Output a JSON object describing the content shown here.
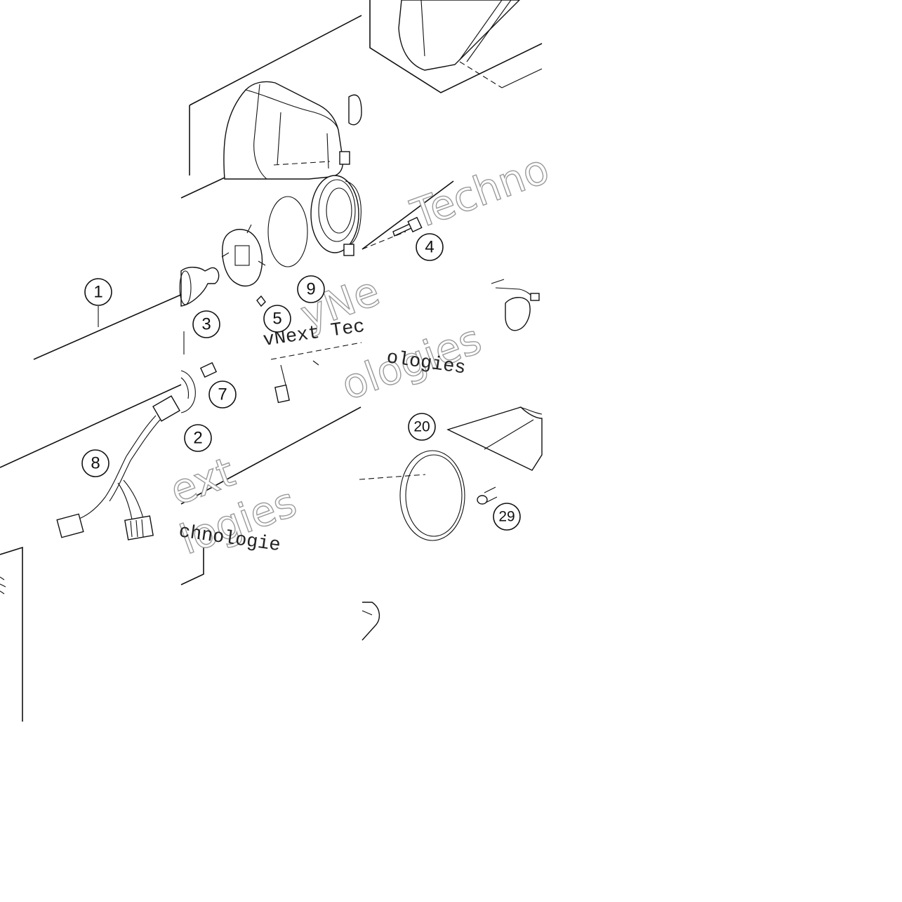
{
  "callouts": [
    "1",
    "2",
    "3",
    "4",
    "5",
    "7",
    "8",
    "9",
    "20",
    "29"
  ],
  "watermarks": {
    "outline_1": "Techno",
    "outline_2": "yNe",
    "outline_3": "ologies",
    "outline_4": "ext",
    "outline_5": "logies",
    "serif_1": "vNext Tec",
    "serif_2": "ologies",
    "serif_3": "chnologie"
  }
}
